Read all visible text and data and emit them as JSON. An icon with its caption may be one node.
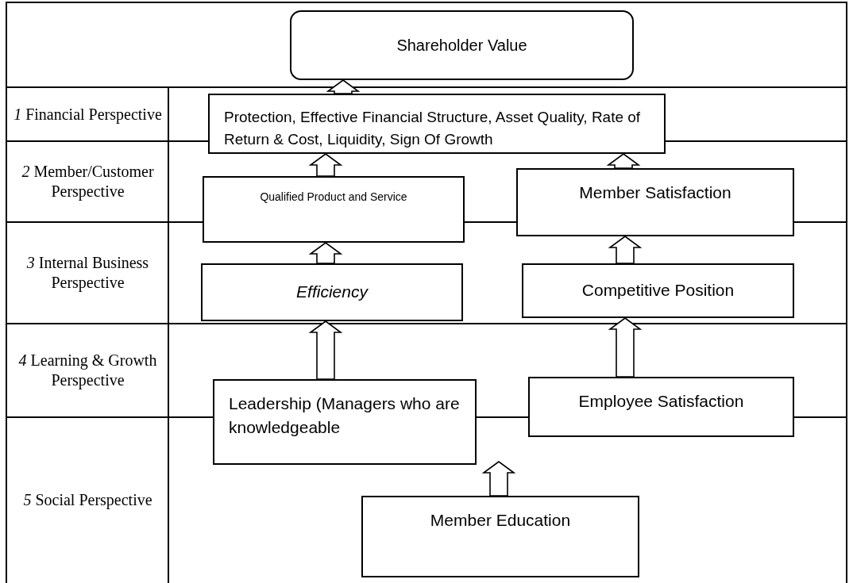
{
  "diagram": {
    "nodes": [
      {
        "text": [
          "Shareholder Value"
        ]
      },
      {
        "text": [
          "Protection, Effective Financial Structure, Asset Quality, Rate of Return & Cost, Liquidity, Sign Of Growth"
        ]
      },
      {
        "text": [
          "Qualified Product and Service"
        ]
      },
      {
        "text": [
          "Member Satisfaction"
        ]
      },
      {
        "text": [
          "Efficiency"
        ]
      },
      {
        "text": [
          "Competitive Position"
        ]
      },
      {
        "text": [
          "Leadership (Managers who are knowledgeable"
        ]
      },
      {
        "text": [
          "Employee Satisfaction"
        ]
      },
      {
        "text": [
          "Member Education"
        ]
      }
    ],
    "edges": [
      {
        "from": 1,
        "to": 0,
        "arrow": "to"
      },
      {
        "from": 2,
        "to": 1,
        "arrow": "to"
      },
      {
        "from": 3,
        "to": 1,
        "arrow": "to"
      },
      {
        "from": 4,
        "to": 2,
        "arrow": "to"
      },
      {
        "from": 5,
        "to": 3,
        "arrow": "to"
      },
      {
        "from": 6,
        "to": 4,
        "arrow": "to"
      },
      {
        "from": 7,
        "to": 5,
        "arrow": "to"
      },
      {
        "from": 8,
        "to": null,
        "arrow": "to"
      }
    ],
    "labels": [
      "*1* Financial Perspective",
      "*2* Member/Customer Perspective",
      "*3* Internal Business Perspective",
      "*4* Learning & Growth Perspective",
      "*5* Social Perspective"
    ]
  }
}
